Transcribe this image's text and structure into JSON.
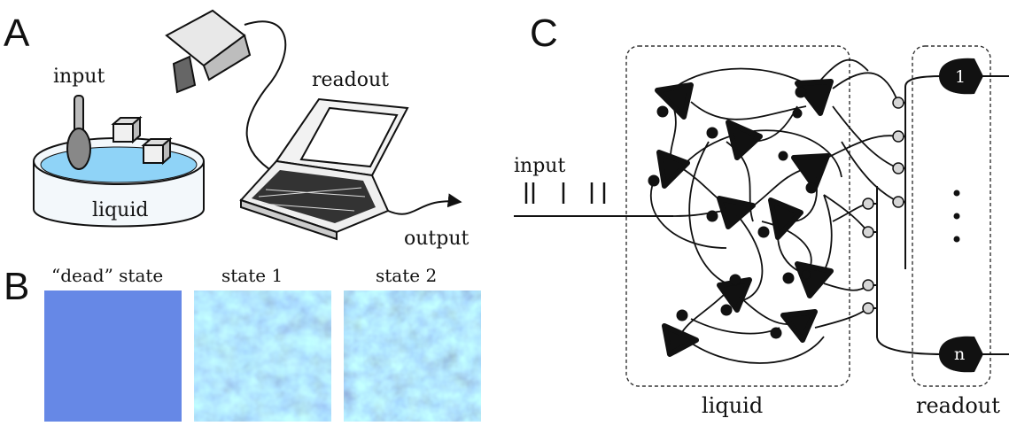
{
  "panels": {
    "a": {
      "letter": "A",
      "input_label": "input",
      "readout_label": "readout",
      "liquid_label": "liquid",
      "output_label": "output"
    },
    "b": {
      "letter": "B",
      "titles": [
        "“dead” state",
        "state 1",
        "state 2"
      ]
    },
    "c": {
      "letter": "C",
      "input_label": "input",
      "input_spikes": "|| | ||",
      "liquid_label": "liquid",
      "readout_label": "readout",
      "readout_first": "1",
      "readout_last": "n"
    }
  },
  "colors": {
    "dead_state": "#6688e6",
    "water": "#8fd3f7",
    "ink": "#111111",
    "synapse_fill": "#d6d6d6"
  }
}
